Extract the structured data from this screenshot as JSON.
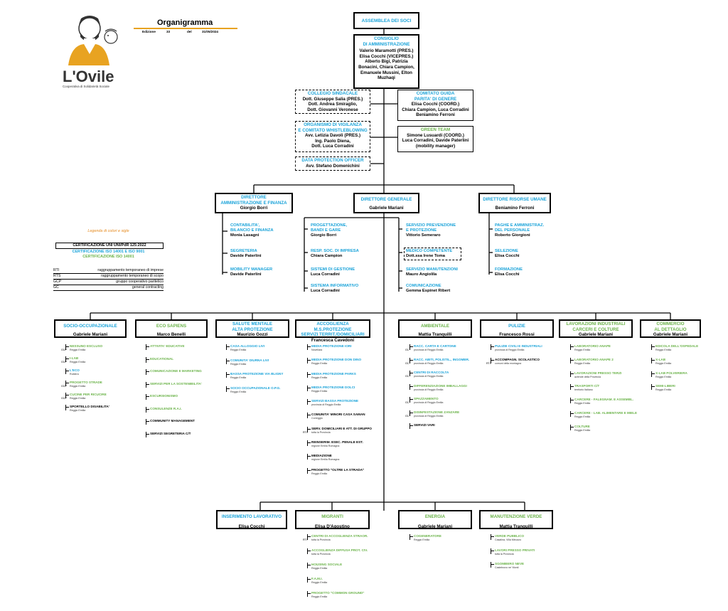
{
  "header": {
    "title": "Organigramma",
    "edition_label": "Edizione",
    "edition_value": "33",
    "date_label": "del",
    "date_value": "31/05/2024"
  },
  "logo": {
    "name": "L'Ovile",
    "tagline": "Cooperativa di Solidarietà Sociale"
  },
  "colors": {
    "blue": "#1aa3d9",
    "green": "#6bb34a",
    "orange": "#e58a1f",
    "gold": "#e8a321"
  },
  "legend": {
    "title": "Legenda di colori e sigle",
    "cert1": "CERTIFICAZIONE UNI UNI/PdR 125:2022",
    "cert2": "CERTIFICAZIONE ISO 14001 E ISO 9001",
    "cert3": "CERTIFICAZIONE ISO 14001",
    "rows": [
      {
        "k": "RTI",
        "v": "raggruppamento temporaneo di imprese"
      },
      {
        "k": "RTS",
        "v": "raggruppamento temporaneo di scopo"
      },
      {
        "k": "GCP",
        "v": "gruppo cooperativo paritetico"
      },
      {
        "k": "GC",
        "v": "general contracting"
      }
    ]
  },
  "top": {
    "assemblea": "ASSEMBLEA DEI SOCI",
    "cda_title": "CONSIGLIO\nDI AMMINISTRAZIONE",
    "cda_body": "Valerio Maramotti (PRES.)\nElisa Cocchi (VICEPRES.)\nAlberto Bigi, Patrizia\nBonacini, Chiara Campion,\nEmanuele Mussini, Elton\nMuzhaqi",
    "collegio_title": "COLLEGIO SINDACALE",
    "collegio_body": "Dott. Giuseppe Salia (PRES.)\nDott. Andrea Smiraglio,\nDott. Giovanni Veronese",
    "odv_title": "ORGANISMO DI VIGILANZA\nE COMITATO WHISTLEBLOWING",
    "odv_body": "Avv. Letizia Davoli (PRES.)\nIng. Paolo Diena,\nDott. Luca Corradini",
    "dpo_title": "DATA PROTECTION OFFICER",
    "dpo_body": "Avv. Stefano Domenichini",
    "guida_title": "COMITATO GUIDA\nPARITA' DI GENERE",
    "guida_body": "Elisa Cocchi (COORD.)\nChiara Campion, Luca Corradini\nBeniamino Ferroni",
    "green_title": "GREEN TEAM",
    "green_body": "Simone Lusuardi (COORD.)\nLuca Corradini, Davide Paterlini\n(mobility manager)"
  },
  "directors": [
    {
      "title": "DIRETTORE\nAMMINISTRAZIONE E FINANZA",
      "name": "Giorgio Borri"
    },
    {
      "title": "DIRETTORE GENERALE",
      "name": "Gabriele Mariani"
    },
    {
      "title": "DIRETTORE RISORSE UMANE",
      "name": "Beniamino Ferroni"
    }
  ],
  "admin_subs": [
    {
      "h": "CONTABILITA',\nBILANCIO E FINANZA",
      "b": "Monia Lasagni"
    },
    {
      "h": "SEGRETERIA",
      "b": "Davide Paterlini"
    },
    {
      "h": "MOBILITY MANAGER",
      "b": "Davide Paterlini"
    }
  ],
  "dg_left_subs": [
    {
      "h": "PROGETTAZIONE,\nBANDI E GARE",
      "b": "Giorgio Borri"
    },
    {
      "h": "RESP. SOC. DI IMPRESA",
      "b": "Chiara Campion"
    },
    {
      "h": "SISTEMI DI GESTIONE",
      "b": "Luca Corradini"
    },
    {
      "h": "SISTEMA INFORMATIVO",
      "b": "Luca Corradini"
    }
  ],
  "dg_right_subs": [
    {
      "h": "SERVIZIO PREVENZIONE\nE PROTEZIONE",
      "b": "Vittorio Semeraro"
    },
    {
      "h": "MEDICO COMPETENTE",
      "b": "Dott.ssa Irene Toma"
    },
    {
      "h": "SERVIZIO MANUTENZIONI",
      "b": "Mauro Angiolila"
    },
    {
      "h": "COMUNICAZIONE",
      "b": "Gemma Espinet Ribert"
    }
  ],
  "hr_subs": [
    {
      "h": "PAGHE E AMMINISTRAZ.\nDEL PERSONALE",
      "b": "Roberto Giorgioni"
    },
    {
      "h": "SELEZIONE",
      "b": "Elisa Cocchi"
    },
    {
      "h": "FORMAZIONE",
      "b": "Elisa Cocchi"
    }
  ],
  "areas": [
    {
      "title": "SOCIO-OCCUPAZIONALE",
      "name": "Gabriele Mariani",
      "items": [
        {
          "n": "NESSUNO ESCLUSO",
          "s": "Reggio Emilia",
          "t": "GCP"
        },
        {
          "n": "I-LAB",
          "s": "Reggio Emilia",
          "t": "GCP"
        },
        {
          "n": "L'ECO",
          "s": "Rubiera",
          "t": ""
        },
        {
          "n": "PROGETTO STRADE",
          "s": "Reggio Emilia",
          "t": "GCP"
        },
        {
          "n": "CUCINE PER RICUCIRE",
          "s": "Reggio Emilia",
          "t": "GCP"
        },
        {
          "n": "SPORTELLO DISABILITA'",
          "s": "Reggio Emilia",
          "t": ""
        }
      ]
    },
    {
      "title": "ECO SAPIENS",
      "name": "Marco Benelli",
      "items": [
        {
          "n": "ATTIVITA' EDUCATIVE",
          "s": "",
          "t": ""
        },
        {
          "n": "EDUCATIONAL",
          "s": "",
          "t": ""
        },
        {
          "n": "COMUNICAZIONE E MARKETING",
          "s": "",
          "t": ""
        },
        {
          "n": "SERVIZI PER LA SOSTENIBILITA'",
          "s": "",
          "t": ""
        },
        {
          "n": "ESCURSIONISMO",
          "s": "",
          "t": ""
        },
        {
          "n": "CONSULENZE R.A.I.",
          "s": "",
          "t": ""
        },
        {
          "n": "COMMUNITY MANAGEMENT",
          "s": "",
          "t": ""
        },
        {
          "n": "SERVIZI SEGRETERIA C/T",
          "s": "",
          "t": ""
        }
      ]
    },
    {
      "title": "SALUTE MENTALE\nALTA PROTEZIONE",
      "name": "Maurizio Gozzi",
      "items": [
        {
          "n": "CASA ALLOGGIO LIVI",
          "s": "Reggio Emilia",
          "t": ""
        },
        {
          "n": "COMUNITA' DIURNA LIVI",
          "s": "Reggio Emilia",
          "t": ""
        },
        {
          "n": "BASSA PROTEZIONE VIA BLIGNY",
          "s": "Reggio Emilia",
          "t": ""
        },
        {
          "n": "SOCIO OCCUPAZIONALE O.P.G.",
          "s": "Reggio Emilia",
          "t": ""
        }
      ]
    },
    {
      "title": "ACCOGLIENZA M.S.PROTEZIONE\nSERVIZI TERRIT./DOMICILIARI",
      "name": "Francesca Cavedoni",
      "items": [
        {
          "n": "MEDIA PROTEZIONE IORI",
          "s": "Novellara",
          "t": ""
        },
        {
          "n": "MEDIA PROTEZIONE DON DINO",
          "s": "Reggio Emilia",
          "t": ""
        },
        {
          "n": "MEDIA PROTEZIONE PARKS",
          "s": "Reggio Emilia",
          "t": ""
        },
        {
          "n": "MEDIA PROTEZIONE DOLCI",
          "s": "Reggio Emilia",
          "t": ""
        },
        {
          "n": "SERVIZI BASSA PROTEZIONE",
          "s": "provincia di Reggio Emilia",
          "t": ""
        },
        {
          "n": "COMUNITA' MINORI CASA SAMAN",
          "s": "Correggio",
          "t": ""
        },
        {
          "n": "SERV. DOMICILIARI E ATT. DI GRUPPO",
          "s": "tutta la Provincia",
          "t": "RTI"
        },
        {
          "n": "REINSERIM. ESEC. PENALE EST.",
          "s": "regione Emilia Romagna",
          "t": ""
        },
        {
          "n": "MEDIAZIONE",
          "s": "regione Emilia Romagna",
          "t": ""
        },
        {
          "n": "PROGETTO \"OLTRE LA STRADA\"",
          "s": "Reggio Emilia",
          "t": ""
        }
      ]
    },
    {
      "title": "AMBIENTALE",
      "name": "Mattia Tranquilli",
      "items": [
        {
          "n": "RACC. CARTA E CARTONE",
          "s": "provincia di Reggio Emilia",
          "t": "GC"
        },
        {
          "n": "RACC. ABITI, POLISTIL., INGOMBR.",
          "s": "provincia di Reggio Emilia",
          "t": "GC"
        },
        {
          "n": "CENTRI DI RACCOLTA",
          "s": "provincia di Reggio Emilia",
          "t": "GC"
        },
        {
          "n": "DIFFERENZIAZIONE IMBALLAGGI",
          "s": "provincia di Reggio Emilia",
          "t": ""
        },
        {
          "n": "SPAZZAMENTO",
          "s": "provincia di Reggio Emilia",
          "t": "GC"
        },
        {
          "n": "DISINFESTAZIONE ZANZARE",
          "s": "provincia di Reggio Emilia",
          "t": "GC"
        },
        {
          "n": "SERVIZI VARI",
          "s": "",
          "t": ""
        }
      ]
    },
    {
      "title": "PULIZIE",
      "name": "Francesco Rossi",
      "items": [
        {
          "n": "PULIZIE CIVILI E INDUSTRIALI",
          "s": "provincia di Reggio Emilia",
          "t": ""
        },
        {
          "n": "ACCOMPAGN. SCOLASTICO",
          "s": "comuni della montagna",
          "t": "RTI"
        }
      ]
    },
    {
      "title": "LAVORAZIONI INDUSTRIALI\nCARCERI E COLTURE",
      "name": "Gabriele Mariani",
      "items": [
        {
          "n": "LABORATORIO ANAPE",
          "s": "Reggio Emilia",
          "t": ""
        },
        {
          "n": "LABORATORIO ANAPE 2",
          "s": "Reggio Emilia",
          "t": ""
        },
        {
          "n": "LAVORAZIONI PRESSO TERZI",
          "s": "aziende della Provincia",
          "t": ""
        },
        {
          "n": "TRASPORTI C/T",
          "s": "territorio Italiano",
          "t": ""
        },
        {
          "n": "CARCERE - FALEGNAM. E ASSEMBL.",
          "s": "Reggio Emilia",
          "t": ""
        },
        {
          "n": "CARCERE - LAB. ALIMENTARE E MIELE",
          "s": "Reggio Emilia",
          "t": ""
        },
        {
          "n": "COLTURE",
          "s": "Reggio Emilia",
          "t": ""
        }
      ]
    },
    {
      "title": "COMMERCIO\nAL DETTAGLIO",
      "name": "Gabriele Mariani",
      "items": [
        {
          "n": "EDICOLA DELL'OSPEDALE",
          "s": "Reggio Emilia",
          "t": ""
        },
        {
          "n": "X-LAB",
          "s": "Reggio Emilia",
          "t": ""
        },
        {
          "n": "X-LAB POLVERIERA",
          "s": "Reggio Emilia",
          "t": ""
        },
        {
          "n": "SEMI-LIBERI",
          "s": "Reggio Emilia",
          "t": ""
        }
      ]
    }
  ],
  "bottom_areas": [
    {
      "title": "INSERIMENTO LAVORATIVO",
      "name": "Elisa Cocchi",
      "items": []
    },
    {
      "title": "MIGRANTI",
      "name": "Elisa D'Agostino",
      "items": [
        {
          "n": "CENTRI DI ACCOGLIENZA STRAOR.",
          "s": "tutta la Provincia",
          "t": "RTI"
        },
        {
          "n": "ACCOGLIENZA DIFFUSA PROT. CIV.",
          "s": "tutta la Provincia",
          "t": ""
        },
        {
          "n": "HOUSING SOCIALE",
          "s": "Reggio Emilia",
          "t": ""
        },
        {
          "n": "F.A.M.I.",
          "s": "Reggio Emilia",
          "t": ""
        },
        {
          "n": "PROGETTO \"COMMON GROUND\"",
          "s": "Reggio Emilia",
          "t": ""
        }
      ]
    },
    {
      "title": "ENERGIA",
      "name": "Gabriele Mariani",
      "items": [
        {
          "n": "COGENERATORE",
          "s": "Reggio Emilia",
          "t": ""
        }
      ]
    },
    {
      "title": "MANUTENZIONE VERDE",
      "name": "Mattia Tranquilli",
      "items": [
        {
          "n": "VERDE PUBBLICO",
          "s": "Casalina, Villa Minozzo",
          "t": ""
        },
        {
          "n": "LAVORI PRESSO PRIVATI",
          "s": "tutta la Provincia",
          "t": ""
        },
        {
          "n": "SGOMBERO NEVE",
          "s": "Castelnovo ne' Monti",
          "t": ""
        }
      ]
    }
  ]
}
